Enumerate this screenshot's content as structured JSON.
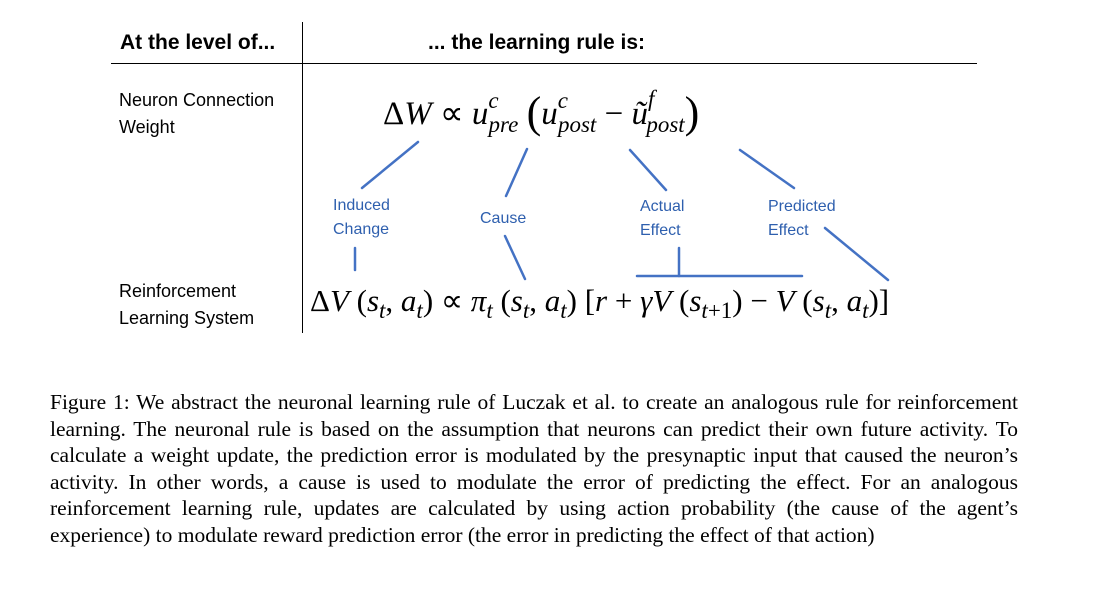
{
  "table": {
    "header_left": "At the level of...",
    "header_right": "... the learning rule is:",
    "row1_label": "Neuron Connection\nWeight",
    "row2_label": "Reinforcement\nLearning System"
  },
  "annotations": {
    "induced_change": "Induced\nChange",
    "cause": "Cause",
    "actual_effect": "Actual\nEffect",
    "predicted_effect": "Predicted\nEffect"
  },
  "caption": {
    "text": "Figure 1:   We abstract the neuronal learning rule of Luczak et al. to create an analogous rule for reinforcement learning. The neuronal rule is based on the assumption that neurons can predict their own future activity. To calculate a weight update, the prediction error is modulated by the presynaptic input that caused the neuron’s activity.  In other words, a cause is used to modulate the error of predicting the effect. For an analogous reinforcement learning rule, updates are calculated by using action probability (the cause of the agent’s experience) to modulate reward prediction error (the error in predicting the effect of that action)"
  },
  "colors": {
    "annotation": "#2e5fae",
    "lines": "#4472c4"
  }
}
